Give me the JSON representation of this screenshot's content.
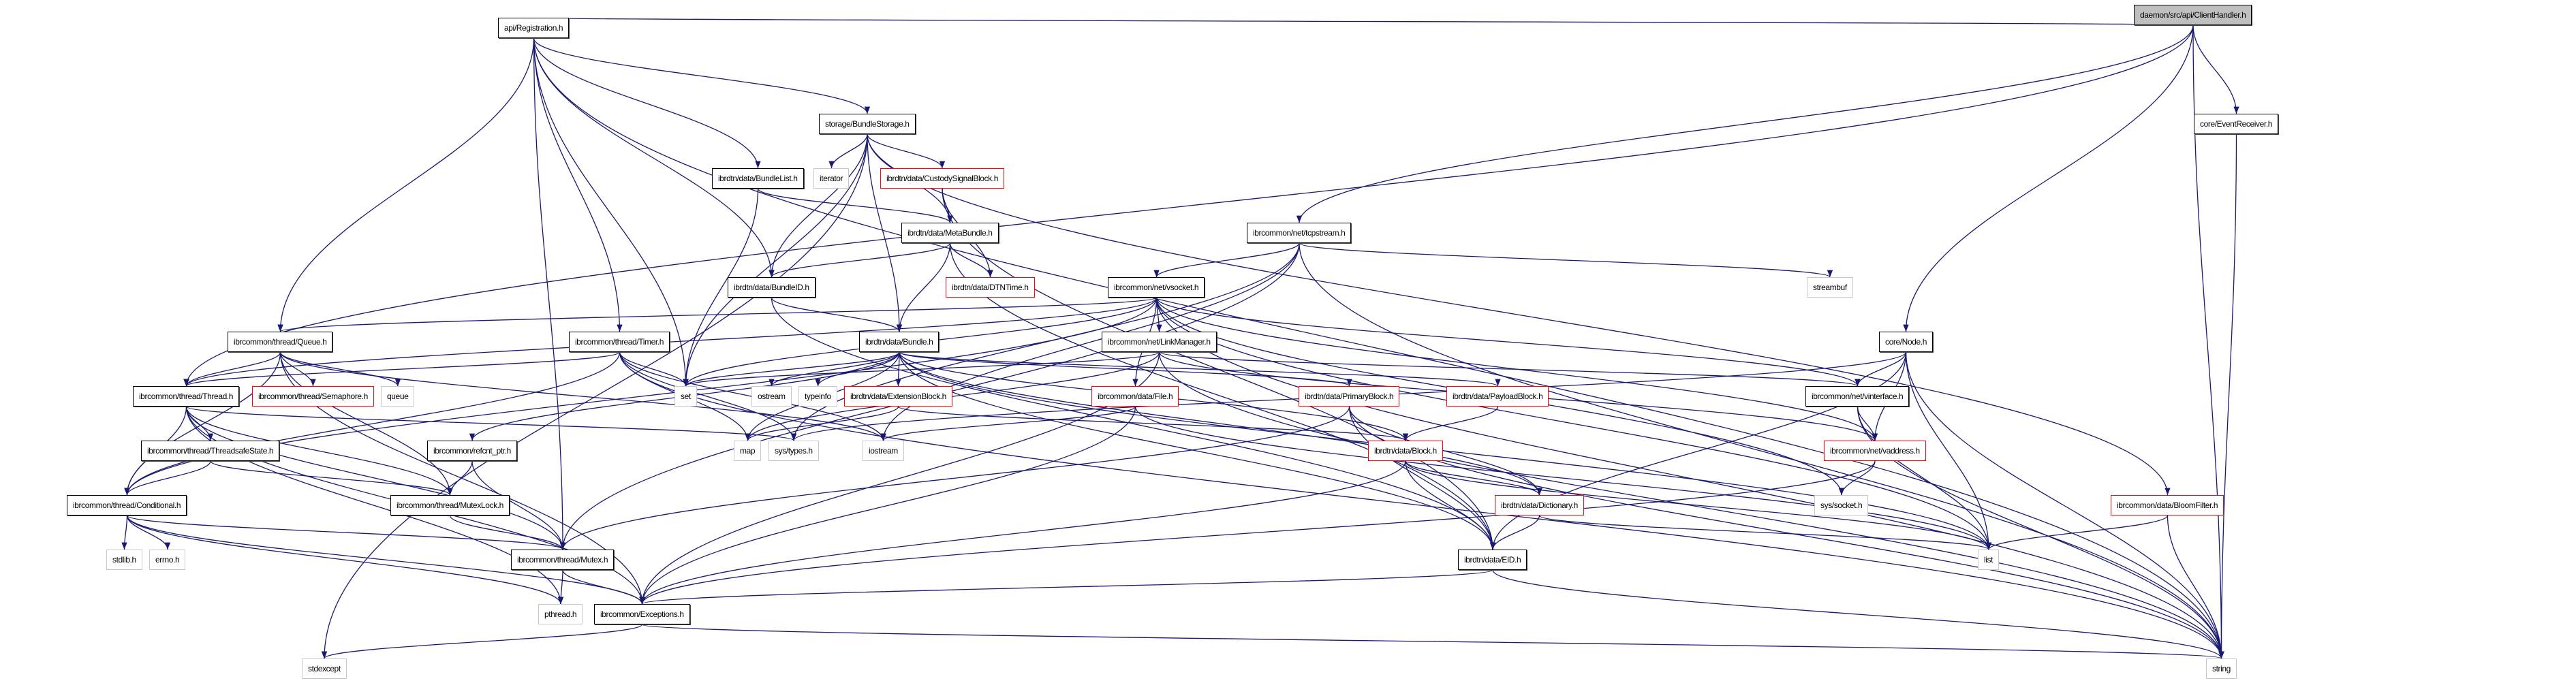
{
  "colors": {
    "edge": "#191970",
    "root_fill": "#bfbfbf",
    "missing_border": "#ff0000",
    "system_border": "#c8c8c8"
  },
  "nodes": {
    "clienthandler": "daemon/src/api/ClientHandler.h",
    "registration": "api/Registration.h",
    "eventreceiver": "core/EventReceiver.h",
    "bundlestorage": "storage/BundleStorage.h",
    "bundlelist": "ibrdtn/data/BundleList.h",
    "iterator": "iterator",
    "custodysignal": "ibrdtn/data/CustodySignalBlock.h",
    "metabundle": "ibrdtn/data/MetaBundle.h",
    "tcpstream": "ibrcommon/net/tcpstream.h",
    "streambuf": "streambuf",
    "bundleid": "ibrdtn/data/BundleID.h",
    "dtntime": "ibrdtn/data/DTNTime.h",
    "vsocket": "ibrcommon/net/vsocket.h",
    "queue_h": "ibrcommon/thread/Queue.h",
    "timer": "ibrcommon/thread/Timer.h",
    "bundle": "ibrdtn/data/Bundle.h",
    "linkmanager": "ibrcommon/net/LinkManager.h",
    "node": "core/Node.h",
    "thread": "ibrcommon/thread/Thread.h",
    "semaphore": "ibrcommon/thread/Semaphore.h",
    "queue": "queue",
    "set": "set",
    "ostream": "ostream",
    "typeinfo": "typeinfo",
    "extensionblock": "ibrdtn/data/ExtensionBlock.h",
    "file": "ibrcommon/data/File.h",
    "primaryblock": "ibrdtn/data/PrimaryBlock.h",
    "payloadblock": "ibrdtn/data/PayloadBlock.h",
    "vinterface": "ibrcommon/net/vinterface.h",
    "threadsafestate": "ibrcommon/thread/ThreadsafeState.h",
    "refcnt": "ibrcommon/refcnt_ptr.h",
    "map": "map",
    "systypes": "sys/types.h",
    "iostream": "iostream",
    "block": "ibrdtn/data/Block.h",
    "vaddress": "ibrcommon/net/vaddress.h",
    "conditional": "ibrcommon/thread/Conditional.h",
    "mutexlock": "ibrcommon/thread/MutexLock.h",
    "dictionary": "ibrdtn/data/Dictionary.h",
    "syssocket": "sys/socket.h",
    "bloomfilter": "ibrcommon/data/BloomFilter.h",
    "stdlib": "stdlib.h",
    "errno": "errno.h",
    "mutex": "ibrcommon/thread/Mutex.h",
    "eid": "ibrdtn/data/EID.h",
    "list": "list",
    "pthread": "pthread.h",
    "exceptions": "ibrcommon/Exceptions.h",
    "stdexcept": "stdexcept",
    "string": "string"
  },
  "edges": [
    [
      "clienthandler",
      "registration"
    ],
    [
      "clienthandler",
      "eventreceiver"
    ],
    [
      "clienthandler",
      "tcpstream"
    ],
    [
      "clienthandler",
      "node"
    ],
    [
      "clienthandler",
      "thread"
    ],
    [
      "clienthandler",
      "string"
    ],
    [
      "registration",
      "bundlestorage"
    ],
    [
      "registration",
      "bundlelist"
    ],
    [
      "registration",
      "queue_h"
    ],
    [
      "registration",
      "timer"
    ],
    [
      "registration",
      "set"
    ],
    [
      "registration",
      "bundleid"
    ],
    [
      "registration",
      "mutex"
    ],
    [
      "registration",
      "string"
    ],
    [
      "eventreceiver",
      "string"
    ],
    [
      "bundlestorage",
      "iterator"
    ],
    [
      "bundlestorage",
      "custodysignal"
    ],
    [
      "bundlestorage",
      "metabundle"
    ],
    [
      "bundlestorage",
      "bundleid"
    ],
    [
      "bundlestorage",
      "bundle"
    ],
    [
      "bundlestorage",
      "set"
    ],
    [
      "bundlestorage",
      "stdexcept"
    ],
    [
      "bundlestorage",
      "bloomfilter"
    ],
    [
      "bundlelist",
      "metabundle"
    ],
    [
      "bundlelist",
      "set"
    ],
    [
      "custodysignal",
      "metabundle"
    ],
    [
      "custodysignal",
      "dtntime"
    ],
    [
      "custodysignal",
      "eid"
    ],
    [
      "metabundle",
      "bundleid"
    ],
    [
      "metabundle",
      "dtntime"
    ],
    [
      "metabundle",
      "bundle"
    ],
    [
      "metabundle",
      "eid"
    ],
    [
      "tcpstream",
      "vsocket"
    ],
    [
      "tcpstream",
      "streambuf"
    ],
    [
      "tcpstream",
      "systypes"
    ],
    [
      "tcpstream",
      "iostream"
    ],
    [
      "tcpstream",
      "string"
    ],
    [
      "tcpstream",
      "mutex"
    ],
    [
      "bundleid",
      "bundle"
    ],
    [
      "bundleid",
      "eid"
    ],
    [
      "vsocket",
      "linkmanager"
    ],
    [
      "vsocket",
      "queue_h"
    ],
    [
      "vsocket",
      "thread"
    ],
    [
      "vsocket",
      "set"
    ],
    [
      "vsocket",
      "vinterface"
    ],
    [
      "vsocket",
      "vaddress"
    ],
    [
      "vsocket",
      "list"
    ],
    [
      "vsocket",
      "string"
    ],
    [
      "vsocket",
      "file"
    ],
    [
      "vsocket",
      "syssocket"
    ],
    [
      "vsocket",
      "conditional"
    ],
    [
      "queue_h",
      "thread"
    ],
    [
      "queue_h",
      "semaphore"
    ],
    [
      "queue_h",
      "queue"
    ],
    [
      "queue_h",
      "conditional"
    ],
    [
      "queue_h",
      "mutexlock"
    ],
    [
      "queue_h",
      "iostream"
    ],
    [
      "queue_h",
      "exceptions"
    ],
    [
      "timer",
      "thread"
    ],
    [
      "timer",
      "set"
    ],
    [
      "timer",
      "map"
    ],
    [
      "timer",
      "iostream"
    ],
    [
      "timer",
      "conditional"
    ],
    [
      "timer",
      "string"
    ],
    [
      "timer",
      "systypes"
    ],
    [
      "bundle",
      "set"
    ],
    [
      "bundle",
      "ostream"
    ],
    [
      "bundle",
      "typeinfo"
    ],
    [
      "bundle",
      "extensionblock"
    ],
    [
      "bundle",
      "primaryblock"
    ],
    [
      "bundle",
      "payloadblock"
    ],
    [
      "bundle",
      "block"
    ],
    [
      "bundle",
      "dictionary"
    ],
    [
      "bundle",
      "map"
    ],
    [
      "bundle",
      "refcnt"
    ],
    [
      "bundle",
      "list"
    ],
    [
      "bundle",
      "eid"
    ],
    [
      "linkmanager",
      "vinterface"
    ],
    [
      "linkmanager",
      "vaddress"
    ],
    [
      "linkmanager",
      "set"
    ],
    [
      "linkmanager",
      "map"
    ],
    [
      "linkmanager",
      "exceptions"
    ],
    [
      "linkmanager",
      "string"
    ],
    [
      "node",
      "vinterface"
    ],
    [
      "node",
      "vaddress"
    ],
    [
      "node",
      "list"
    ],
    [
      "node",
      "string"
    ],
    [
      "node",
      "eid"
    ],
    [
      "node",
      "systypes"
    ],
    [
      "thread",
      "threadsafestate"
    ],
    [
      "thread",
      "conditional"
    ],
    [
      "thread",
      "mutex"
    ],
    [
      "thread",
      "pthread"
    ],
    [
      "thread",
      "mutexlock"
    ],
    [
      "thread",
      "exceptions"
    ],
    [
      "thread",
      "systypes"
    ],
    [
      "extensionblock",
      "block"
    ],
    [
      "extensionblock",
      "map"
    ],
    [
      "file",
      "iostream"
    ],
    [
      "file",
      "list"
    ],
    [
      "file",
      "exceptions"
    ],
    [
      "primaryblock",
      "dictionary"
    ],
    [
      "primaryblock",
      "eid"
    ],
    [
      "primaryblock",
      "string"
    ],
    [
      "primaryblock",
      "mutex"
    ],
    [
      "payloadblock",
      "block"
    ],
    [
      "vinterface",
      "vaddress"
    ],
    [
      "vinterface",
      "list"
    ],
    [
      "vinterface",
      "string"
    ],
    [
      "threadsafestate",
      "conditional"
    ],
    [
      "threadsafestate",
      "mutexlock"
    ],
    [
      "refcnt",
      "mutexlock"
    ],
    [
      "refcnt",
      "mutex"
    ],
    [
      "block",
      "dictionary"
    ],
    [
      "block",
      "eid"
    ],
    [
      "block",
      "list"
    ],
    [
      "block",
      "exceptions"
    ],
    [
      "vaddress",
      "syssocket"
    ],
    [
      "vaddress",
      "exceptions"
    ],
    [
      "conditional",
      "stdlib"
    ],
    [
      "conditional",
      "errno"
    ],
    [
      "conditional",
      "mutex"
    ],
    [
      "conditional",
      "pthread"
    ],
    [
      "conditional",
      "exceptions"
    ],
    [
      "mutexlock",
      "mutex"
    ],
    [
      "dictionary",
      "eid"
    ],
    [
      "dictionary",
      "list"
    ],
    [
      "bloomfilter",
      "list"
    ],
    [
      "bloomfilter",
      "string"
    ],
    [
      "mutex",
      "pthread"
    ],
    [
      "mutex",
      "exceptions"
    ],
    [
      "eid",
      "exceptions"
    ],
    [
      "eid",
      "string"
    ],
    [
      "exceptions",
      "stdexcept"
    ],
    [
      "exceptions",
      "string"
    ]
  ]
}
